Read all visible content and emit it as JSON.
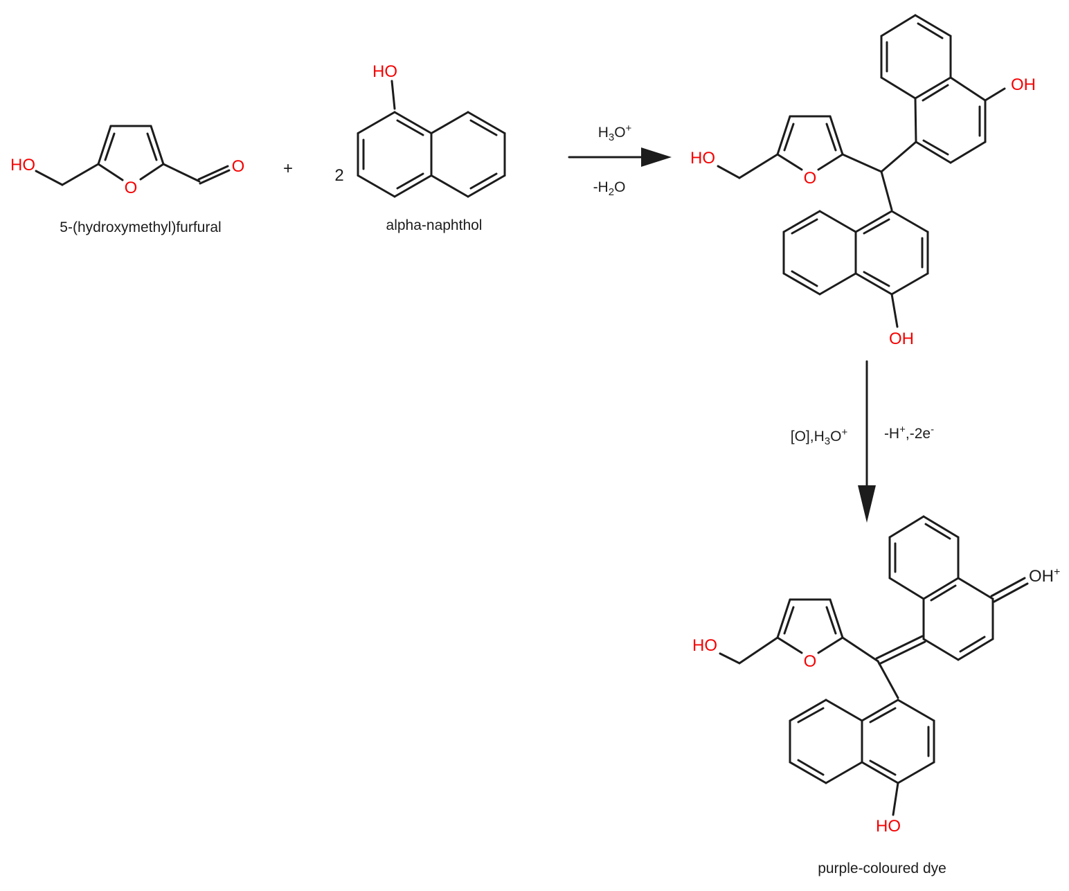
{
  "colors": {
    "bond": "#1c1c1c",
    "heteroatom_red": "#f50000",
    "label_black": "#1c1c1c",
    "background": "#ffffff"
  },
  "reactants": {
    "hmf": {
      "name": "5-(hydroxymethyl)furfural",
      "ho_label": "HO",
      "furan_o_label": "O",
      "aldehyde_o_label": "O"
    },
    "plus": "+",
    "coefficient": "2",
    "alpha_naphthol": {
      "name": "alpha-naphthol",
      "ho_label": "HO"
    }
  },
  "condensation_arrow": {
    "reagent_parts": [
      "H",
      "3",
      "O",
      "+"
    ],
    "byproduct_parts": [
      "-H",
      "2",
      "O"
    ]
  },
  "intermediate": {
    "ho_label": "HO",
    "furan_o_label": "O",
    "top_oh_label": "OH",
    "bottom_oh_label": "OH"
  },
  "oxidation_arrow": {
    "left_parts": [
      "[O],H",
      "3",
      "O",
      "+"
    ],
    "right_parts": [
      "-H",
      "+",
      ",-2e",
      "-"
    ]
  },
  "dye": {
    "name": "purple-coloured dye",
    "ho_label": "HO",
    "furan_o_label": "O",
    "oh_plus_parts": [
      "OH",
      "+"
    ],
    "bottom_ho_label": "HO"
  }
}
